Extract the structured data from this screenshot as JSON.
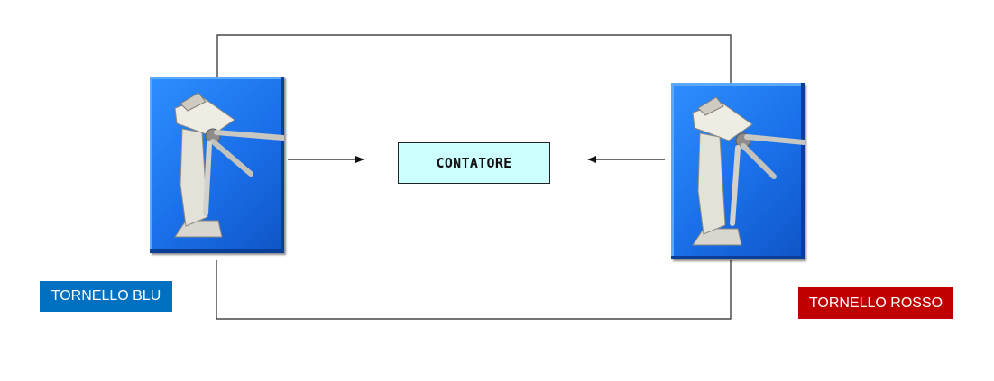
{
  "diagram": {
    "counter_label": "CONTATORE",
    "left_turnstile_label": "TORNELLO BLU",
    "right_turnstile_label": "TORNELLO ROSSO",
    "left_turnstile_icon": "turnstile-icon",
    "right_turnstile_icon": "turnstile-icon"
  },
  "colors": {
    "counter_fill": "#ccffff",
    "blue_label": "#0070c0",
    "red_label": "#c00000",
    "turnstile_background": "#1a6fe8",
    "line": "#222222"
  }
}
